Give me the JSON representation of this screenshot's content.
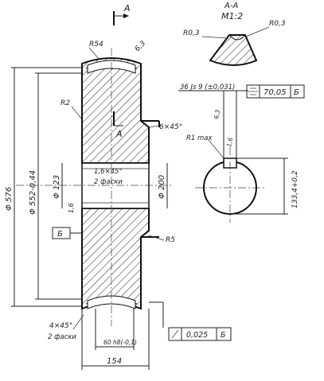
{
  "drawing": {
    "section_label": "A-A",
    "section_scale": "M1:2",
    "cut_mark": "A",
    "labels": {
      "r54": "R54",
      "r2": "R2",
      "r5": "R5",
      "r03_left": "R0,3",
      "r03_right": "R0,3",
      "r1max": "R1 max",
      "cut_chamfer": "6×45°",
      "diam_outer": "Φ 576",
      "diam_pitch": "Φ 552-0,44",
      "diam_hub": "Φ 200",
      "diam_bore": "Φ 123",
      "bore_chamfer": "1,6×45°",
      "bore_chamfer_note": "2 фаски",
      "base_B": "Б",
      "small_dim": "1,6",
      "key_width": "36 Js 9 (±0,031)",
      "key_depth": "133,4+0,2",
      "sym_value": "70,05",
      "sym_base": "Б",
      "runout_value": "0,025",
      "runout_base": "Б",
      "rim_chamfer": "4×45°",
      "rim_chamfer_note": "2 фаски",
      "rim_width_tol": "60 h8(-0,1)",
      "width": "154"
    }
  }
}
